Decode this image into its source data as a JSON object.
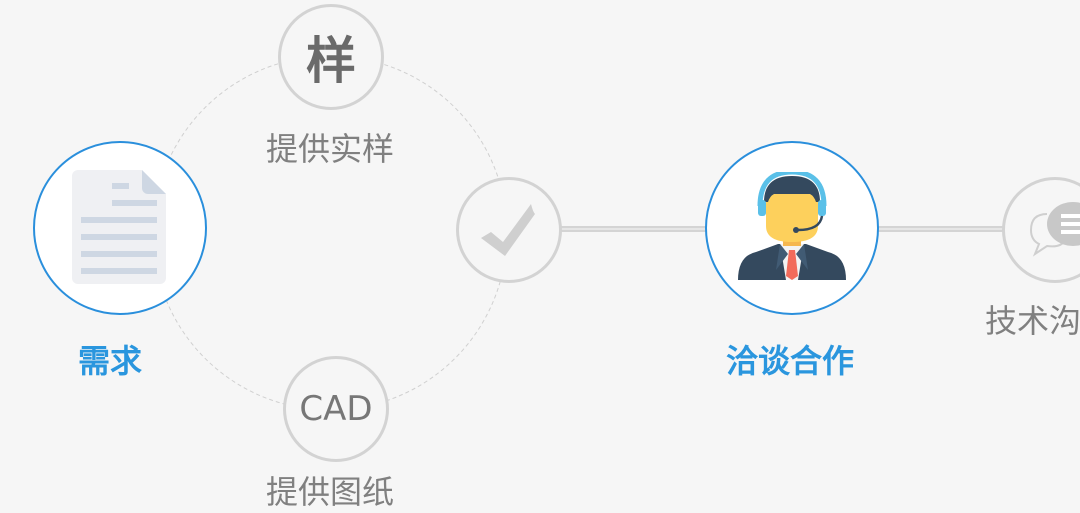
{
  "steps": {
    "demand": {
      "label": "需求",
      "icon": "document-icon"
    },
    "sample": {
      "glyph": "样",
      "label": "提供实样"
    },
    "drawing": {
      "glyph": "CAD",
      "label": "提供图纸"
    },
    "confirm": {
      "icon": "checkmark-icon"
    },
    "negotiate": {
      "label": "洽谈合作",
      "icon": "customer-service-agent-icon"
    },
    "tech": {
      "label": "技术沟",
      "icon": "chat-bubbles-icon"
    }
  },
  "colors": {
    "accent": "#2a96de",
    "border_gray": "#d3d3d3",
    "background": "#f6f6f6"
  }
}
